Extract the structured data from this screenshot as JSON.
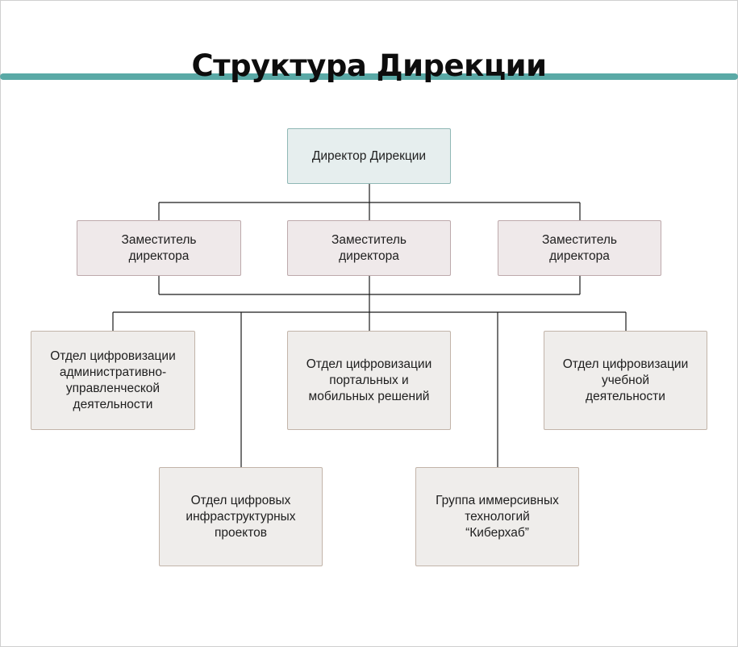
{
  "title": "Структура Дирекции",
  "colors": {
    "accent": "#5aa9a6",
    "director_fill": "#e6eeee",
    "deputy_fill": "#efe9ea",
    "department_fill": "#efedeb",
    "connector": "#1a1a1a"
  },
  "org": {
    "director": "Директор Дирекции",
    "deputies": [
      "Заместитель\nдиректора",
      "Заместитель\nдиректора",
      "Заместитель\nдиректора"
    ],
    "departments": [
      "Отдел цифровизации\nадминистративно-\nуправленческой\nдеятельности",
      "Отдел цифровизации\nпортальных и\nмобильных решений",
      "Отдел цифровизации\nучебной\nдеятельности",
      "Отдел цифровых\nинфраструктурных\nпроектов",
      "Группа иммерсивных\nтехнологий\n“Киберхаб”"
    ]
  }
}
